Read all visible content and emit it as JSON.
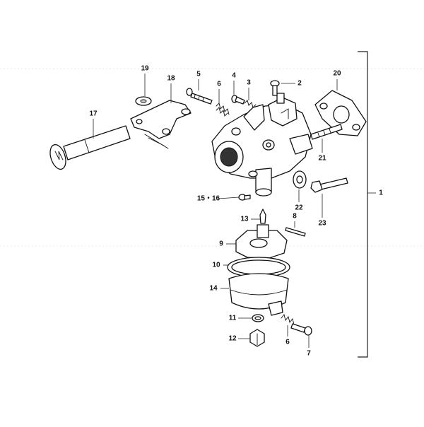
{
  "callouts": [
    {
      "id": "c19",
      "text": "19"
    },
    {
      "id": "c18",
      "text": "18"
    },
    {
      "id": "c17",
      "text": "17"
    },
    {
      "id": "c5",
      "text": "5"
    },
    {
      "id": "c6a",
      "text": "6"
    },
    {
      "id": "c4",
      "text": "4"
    },
    {
      "id": "c3",
      "text": "3"
    },
    {
      "id": "c2",
      "text": "2"
    },
    {
      "id": "c20",
      "text": "20"
    },
    {
      "id": "c21",
      "text": "21"
    },
    {
      "id": "c1",
      "text": "1"
    },
    {
      "id": "c1516",
      "text": "15・16"
    },
    {
      "id": "c22",
      "text": "22"
    },
    {
      "id": "c23",
      "text": "23"
    },
    {
      "id": "c8",
      "text": "8"
    },
    {
      "id": "c13",
      "text": "13"
    },
    {
      "id": "c9",
      "text": "9"
    },
    {
      "id": "c10",
      "text": "10"
    },
    {
      "id": "c14",
      "text": "14"
    },
    {
      "id": "c11",
      "text": "11"
    },
    {
      "id": "c12",
      "text": "12"
    },
    {
      "id": "c6b",
      "text": "6"
    },
    {
      "id": "c7",
      "text": "7"
    }
  ]
}
